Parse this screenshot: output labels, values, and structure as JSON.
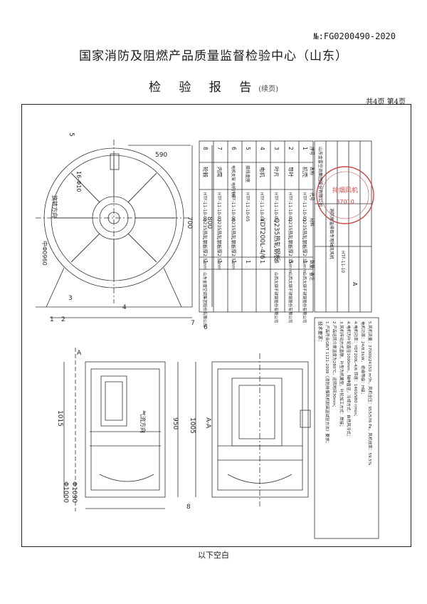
{
  "header": {
    "report_no": "№:FG0200490-2020",
    "center": "国家消防及阻燃产品质量监督检验中心（山东）",
    "title": "检 验 报 告",
    "title_suffix": "(续页)",
    "pages": "共4页 第4页"
  },
  "drawing": {
    "labels": {
      "dim_590": "590",
      "dim_700": "700",
      "dim_800": "800",
      "dim_1015": "1015",
      "dim_950": "950",
      "dim_1005": "1005",
      "dia_1000": "Φ1000",
      "dia_1090": "Φ1090",
      "section": "A-A",
      "mark_a": "A",
      "n5": "5",
      "n3": "3",
      "n4": "4",
      "n1": "1",
      "n2": "2",
      "n7": "7",
      "n6": "6",
      "n8": "8",
      "rotation": "旋转方向",
      "bolt_holes": "16-Φ10",
      "bolt_circle": "中Φ0960",
      "airflow": "气流方向"
    },
    "parts": [
      {
        "no": "8",
        "name": "轮毂",
        "code": "HTF-11-10-08",
        "material": "Q235热轧钢板厚2.5mm",
        "qty": "1",
        "maker": "山东金雷空调集团股份有限公司"
      },
      {
        "no": "7",
        "name": "内筒",
        "code": "HTF-11-10-07",
        "material": "Q235热轧钢板厚2.5mm",
        "qty": "1",
        "maker": ""
      },
      {
        "no": "6",
        "name": "电机支架 电机托板",
        "code": "HTF-11-10-06",
        "material": "Q235热轧钢板厚2.5mm",
        "qty": "1",
        "maker": ""
      },
      {
        "no": "5",
        "name": "接线盒座",
        "code": "HTF-11-10-05",
        "material": "",
        "qty": "1",
        "maker": ""
      },
      {
        "no": "4",
        "name": "电机",
        "code": "HTF-11-10-04",
        "material": "YDT200L-4/6",
        "qty": "1",
        "maker": ""
      },
      {
        "no": "3",
        "name": "叶片",
        "code": "HTF-11-10-03",
        "material": "Q235热轧钢板",
        "qty": "6",
        "maker": "山西太钢不锈钢股份有限公司"
      },
      {
        "no": "2",
        "name": "导叶",
        "code": "HTF-11-10-02",
        "material": "Q235热轧钢板厚2.35mm",
        "qty": "5",
        "maker": "山西太钢不锈钢股份有限公司"
      },
      {
        "no": "1",
        "name": "机壳",
        "code": "HTF-11-10-01",
        "material": "Q235热轧钢板厚2.35mm",
        "qty": "1",
        "maker": "山西太钢不锈钢股份有限公司"
      }
    ],
    "part_headers": {
      "no": "序号",
      "name": "名称",
      "code": "代号",
      "material": "材料",
      "qty": "数量",
      "maker": "备注"
    },
    "title_block": {
      "company": "山东金雷空调集团股份有限公司",
      "product": "消防高温排烟专用轴流风机",
      "model": "HTF-11-10",
      "sheet": "A"
    },
    "stamp": {
      "ring": "山东省消防产品质量监督检验中心",
      "center": "排烟风机",
      "code": "37010"
    },
    "tech": {
      "heading": "技术要求：",
      "lines": [
        "1.产品符合GB/T 1121-2009《消防排烟风机耐高温试验方法》要求；",
        "2.产品运转介质温度为280℃，运转时间30min；",
        "3.风机传动方式直联，叶型为机翼型，叶轮加工方式：焊接；",
        "4.电机为叶轮直径1000mm，轴伸直径，冷却方式：自然风冷式；",
        "4.电机功率：YDT200L-4/6    转速：1460/980 r/min；",
        "电机功率：24/8.5kW，    绝缘等级：H级；",
        "5.风机流量：37000/24150 m³/h，风机全压：955/576 Pa，风机效率：59.5%"
      ]
    }
  },
  "footer": "以下空白"
}
